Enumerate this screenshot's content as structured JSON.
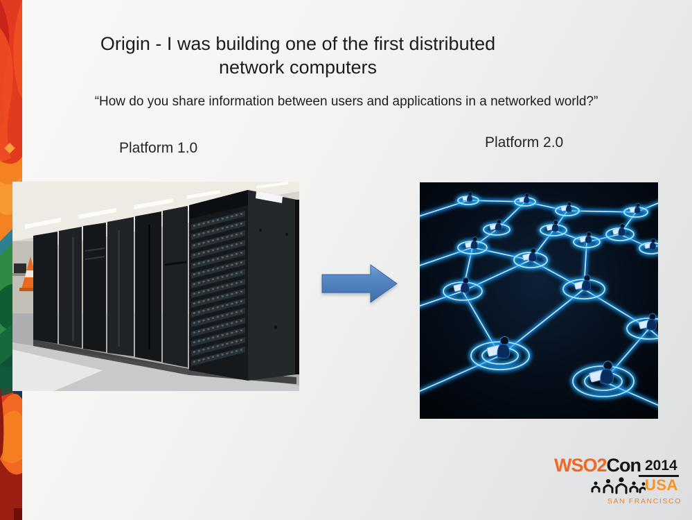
{
  "slide": {
    "title": {
      "line1": "Origin - I was building one of the first distributed",
      "line2": "network computers"
    },
    "quote": "“How do you share information between users and applications in a networked world?”",
    "platform1_label": "Platform 1.0",
    "platform2_label": "Platform 2.0",
    "left_image_description": "Mainframe era server room with rows of dark computer cabinets",
    "right_image_description": "Glowing blue network of connected laptop users on a dark floor"
  },
  "footer_logo": {
    "brand": "WSO2",
    "suffix": "Con",
    "year": "2014",
    "country": "USA",
    "city": "SAN FRANCISCO"
  },
  "colors": {
    "accent_orange": "#f26722",
    "logo_orange_light": "#f79421",
    "arrow_blue": "#4d82c4",
    "network_glow_blue": "#2bc4ff",
    "strip_red": "#e23a1e",
    "strip_green": "#2e8b45"
  }
}
